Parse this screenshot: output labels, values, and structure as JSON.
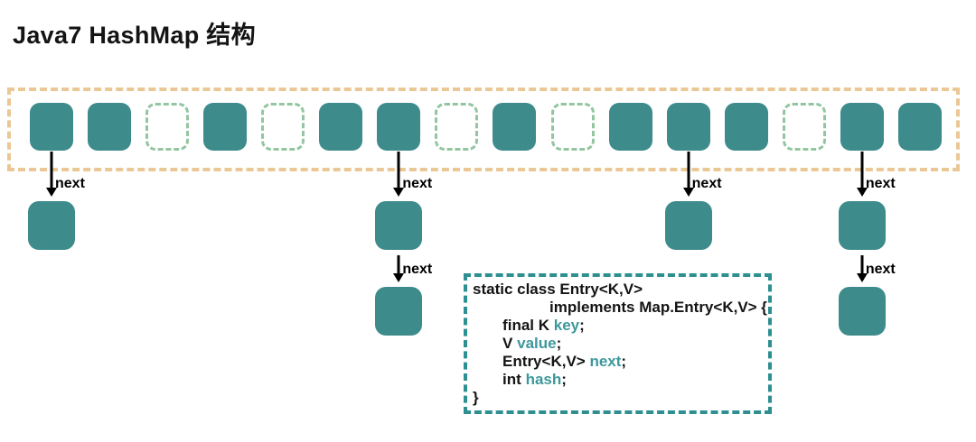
{
  "title": "Java7 HashMap 结构",
  "colors": {
    "node_fill": "#3E8B8C",
    "array_border": "#EBC795",
    "empty_bucket_border": "#94C5A1",
    "code_border": "#2E8F90",
    "code_keyword": "#3D989B",
    "text": "#141414",
    "background": "#FFFFFF"
  },
  "array": {
    "buckets": [
      "filled",
      "filled",
      "empty",
      "filled",
      "empty",
      "filled",
      "filled",
      "empty",
      "filled",
      "empty",
      "filled",
      "filled",
      "filled",
      "empty",
      "filled",
      "filled"
    ]
  },
  "chains": [
    {
      "bucket_index": 0,
      "nodes": 1
    },
    {
      "bucket_index": 6,
      "nodes": 2
    },
    {
      "bucket_index": 11,
      "nodes": 1
    },
    {
      "bucket_index": 14,
      "nodes": 2
    }
  ],
  "arrow_label": "next",
  "code_block": {
    "lines": [
      {
        "segments": [
          {
            "text": "static class Entry<K,V>",
            "type": "plain"
          }
        ]
      },
      {
        "segments": [
          {
            "text": "                  implements Map.Entry<K,V> {",
            "type": "plain"
          }
        ]
      },
      {
        "segments": [
          {
            "text": "       final K ",
            "type": "plain"
          },
          {
            "text": "key",
            "type": "keyword"
          },
          {
            "text": ";",
            "type": "plain"
          }
        ]
      },
      {
        "segments": [
          {
            "text": "       V ",
            "type": "plain"
          },
          {
            "text": "value",
            "type": "keyword"
          },
          {
            "text": ";",
            "type": "plain"
          }
        ]
      },
      {
        "segments": [
          {
            "text": "       Entry<K,V> ",
            "type": "plain"
          },
          {
            "text": "next",
            "type": "keyword"
          },
          {
            "text": ";",
            "type": "plain"
          }
        ]
      },
      {
        "segments": [
          {
            "text": "       int ",
            "type": "plain"
          },
          {
            "text": "hash",
            "type": "keyword"
          },
          {
            "text": ";",
            "type": "plain"
          }
        ]
      },
      {
        "segments": [
          {
            "text": "}",
            "type": "plain"
          }
        ]
      }
    ]
  }
}
